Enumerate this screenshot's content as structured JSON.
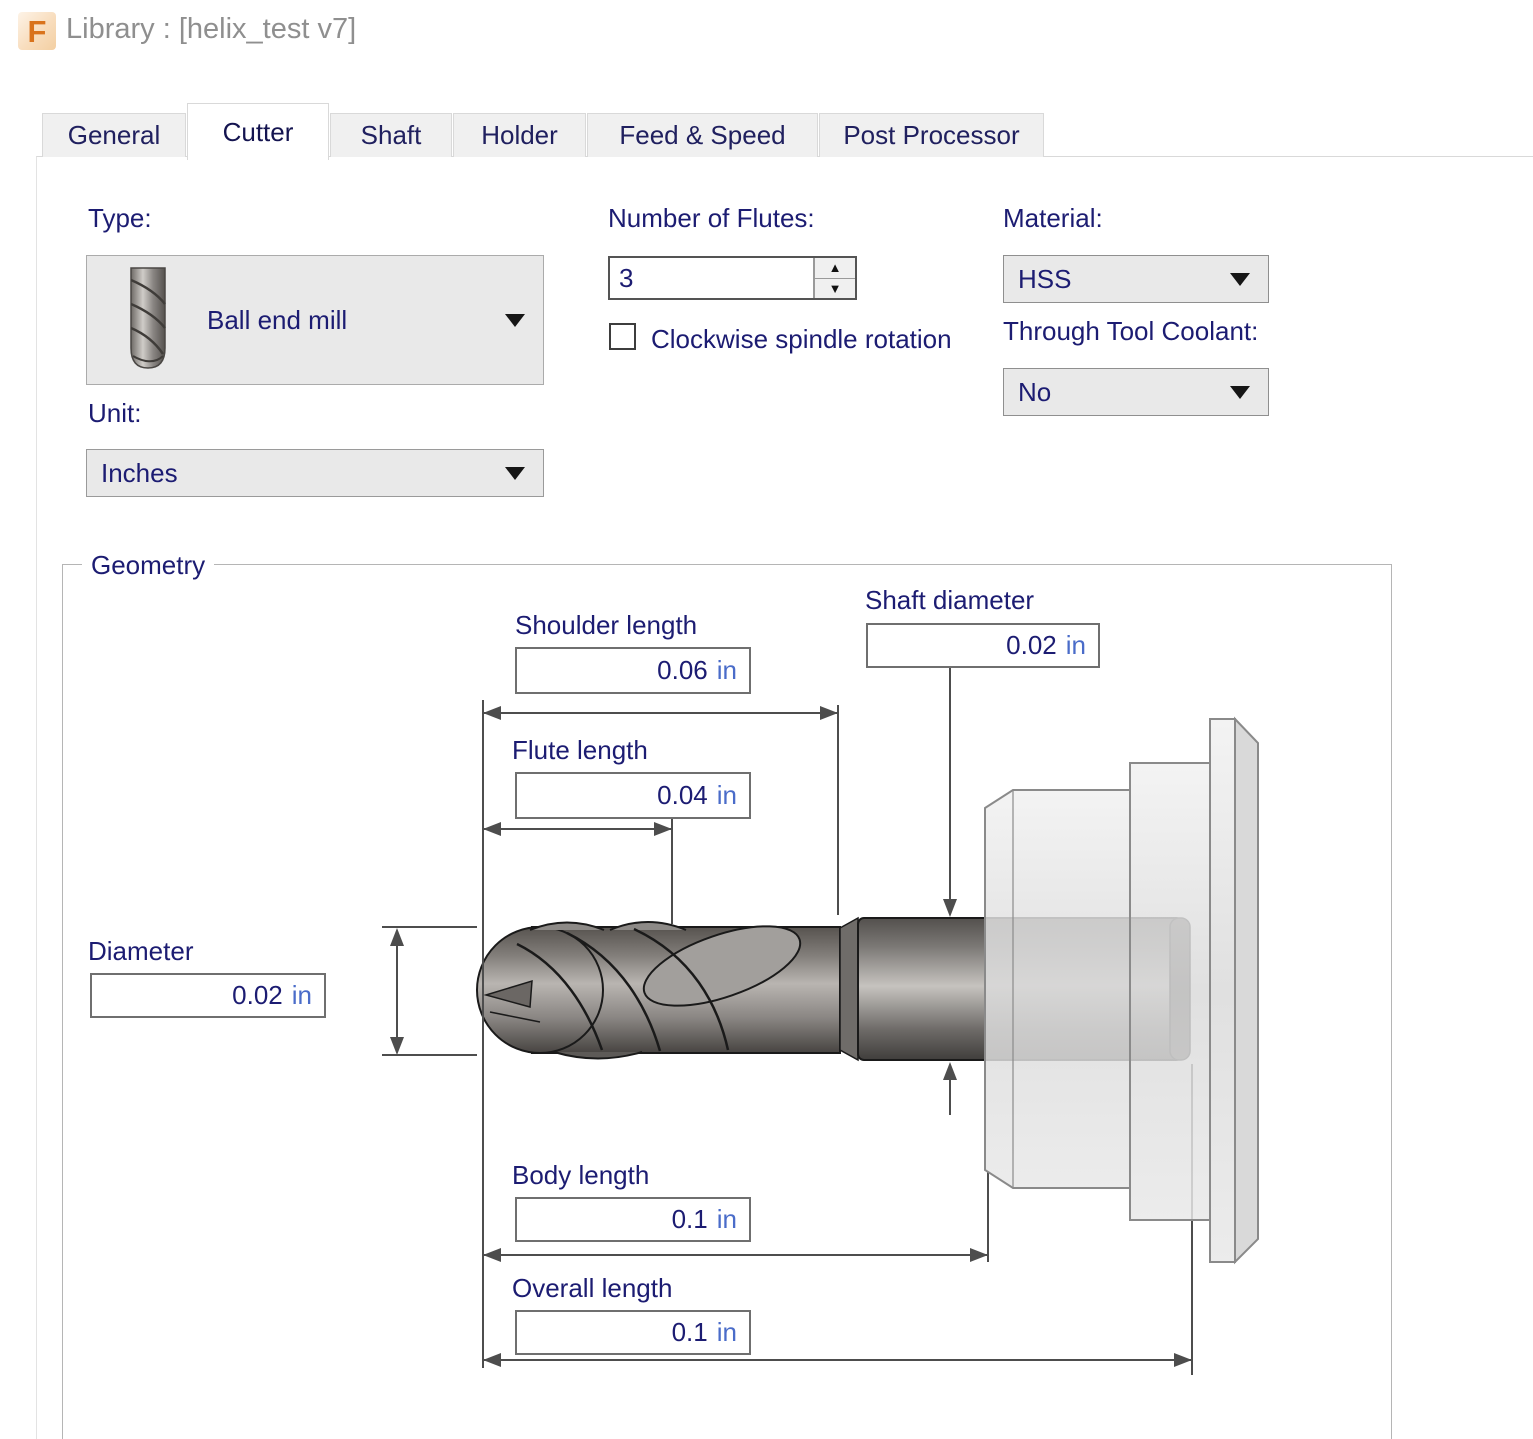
{
  "window": {
    "title": "Library : [helix_test v7]",
    "app_icon_letter": "F"
  },
  "tabs": [
    {
      "label": "General",
      "active": false
    },
    {
      "label": "Cutter",
      "active": true
    },
    {
      "label": "Shaft",
      "active": false
    },
    {
      "label": "Holder",
      "active": false
    },
    {
      "label": "Feed & Speed",
      "active": false
    },
    {
      "label": "Post Processor",
      "active": false
    }
  ],
  "cutter": {
    "type": {
      "label": "Type:",
      "value": "Ball end mill",
      "icon": "ball-end-mill-icon"
    },
    "unit": {
      "label": "Unit:",
      "value": "Inches"
    },
    "flutes": {
      "label": "Number of Flutes:",
      "value": "3"
    },
    "spindle": {
      "label": "Clockwise spindle rotation",
      "checked": false
    },
    "material": {
      "label": "Material:",
      "value": "HSS"
    },
    "coolant": {
      "label": "Through Tool Coolant:",
      "value": "No"
    }
  },
  "geometry": {
    "legend": "Geometry",
    "shoulder_length": {
      "label": "Shoulder length",
      "value": "0.06",
      "unit": "in"
    },
    "flute_length": {
      "label": "Flute length",
      "value": "0.04",
      "unit": "in"
    },
    "shaft_diameter": {
      "label": "Shaft diameter",
      "value": "0.02",
      "unit": "in"
    },
    "diameter": {
      "label": "Diameter",
      "value": "0.02",
      "unit": "in"
    },
    "body_length": {
      "label": "Body length",
      "value": "0.1",
      "unit": "in"
    },
    "overall_length": {
      "label": "Overall length",
      "value": "0.1",
      "unit": "in"
    }
  },
  "colors": {
    "label_text": "#1c1c72",
    "unit_text": "#4a6cc9",
    "title_text": "#8f8f8f",
    "brand_orange": "#d9731c",
    "dimension_line": "#4d4d4d",
    "control_bg": "#e9e9e9"
  }
}
